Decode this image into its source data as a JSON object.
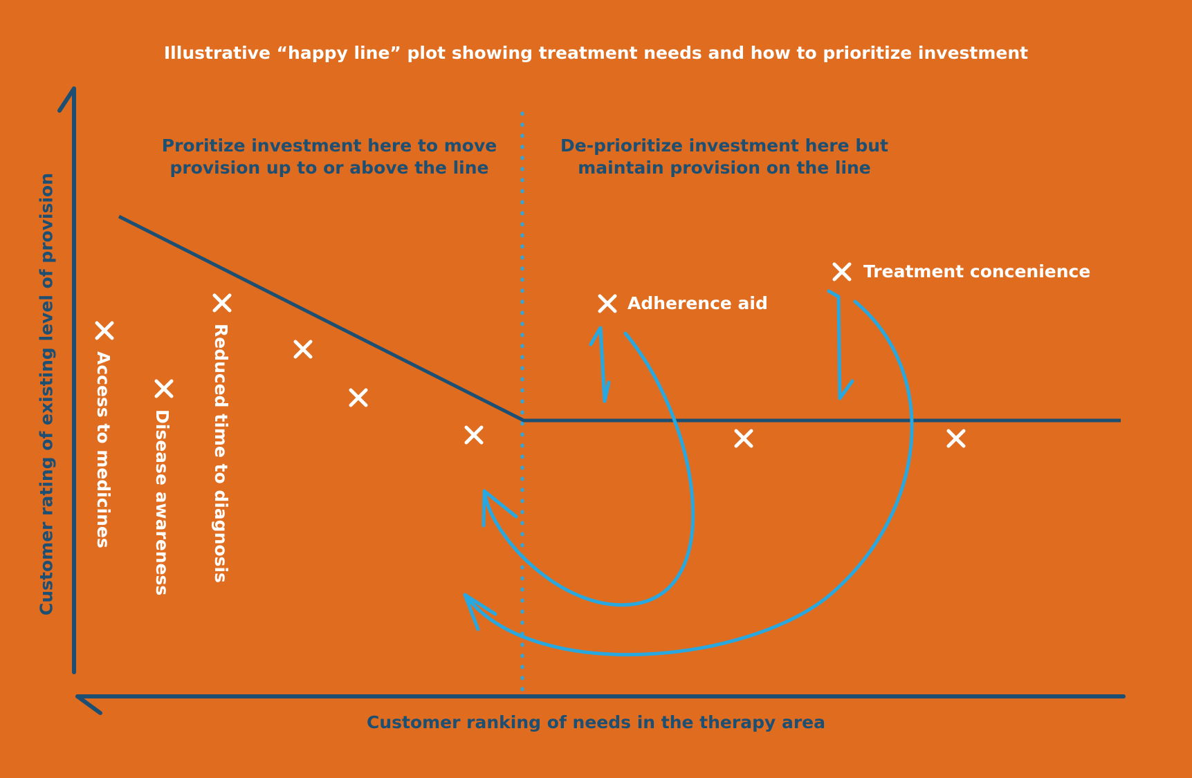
{
  "title": "Illustrative “happy line” plot showing treatment needs and how to prioritize investment",
  "regions": {
    "left": [
      "Proritize investment here to move",
      "provision up to or above the line"
    ],
    "right": [
      "De-prioritize investment here but",
      "maintain provision on the line"
    ]
  },
  "axes": {
    "x_label": "Customer ranking of needs in the therapy area",
    "y_label": "Customer rating of existing level of provision"
  },
  "labels": {
    "access": "Access to medicines",
    "awareness": "Disease awareness",
    "diagnosis": "Reduced time to diagnosis",
    "adherence": "Adherence aid",
    "convenience": "Treatment concenience"
  },
  "colors": {
    "background": "#DF6C1F",
    "navy": "#1D4F73",
    "marker": "#FFFFFF",
    "arrow": "#29A8E0"
  }
}
